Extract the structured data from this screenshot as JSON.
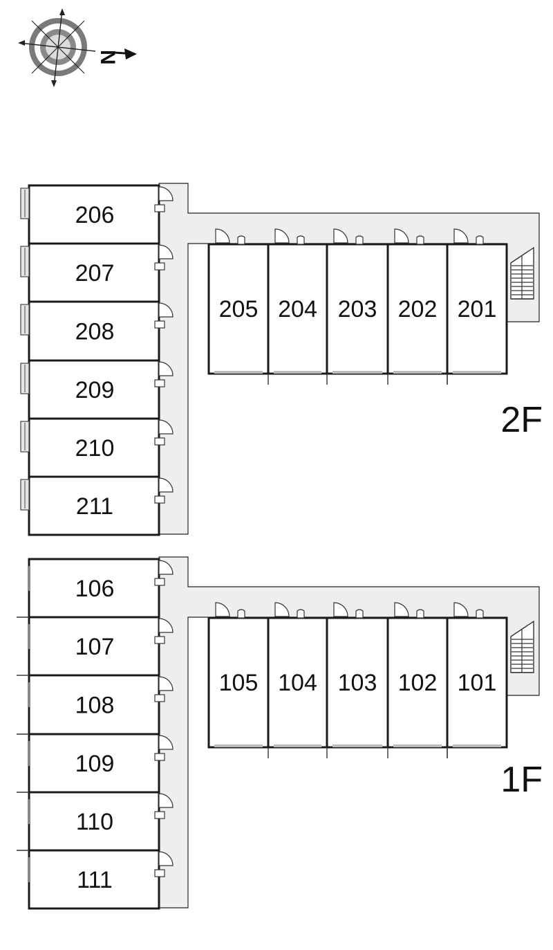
{
  "compass": {
    "label": "N",
    "icon": "compass-rose-icon",
    "colors": {
      "ring": "#7a7a7a",
      "inner": "#d8d8d8"
    }
  },
  "colors": {
    "corridor": "#eeeeee",
    "wall": "#1a1a1a"
  },
  "floors": [
    {
      "id": "2F",
      "label": "2F",
      "west_units": [
        "206",
        "207",
        "208",
        "209",
        "210",
        "211"
      ],
      "south_units": [
        "205",
        "204",
        "203",
        "202",
        "201"
      ]
    },
    {
      "id": "1F",
      "label": "1F",
      "west_units": [
        "106",
        "107",
        "108",
        "109",
        "110",
        "111"
      ],
      "south_units": [
        "105",
        "104",
        "103",
        "102",
        "101"
      ]
    }
  ]
}
